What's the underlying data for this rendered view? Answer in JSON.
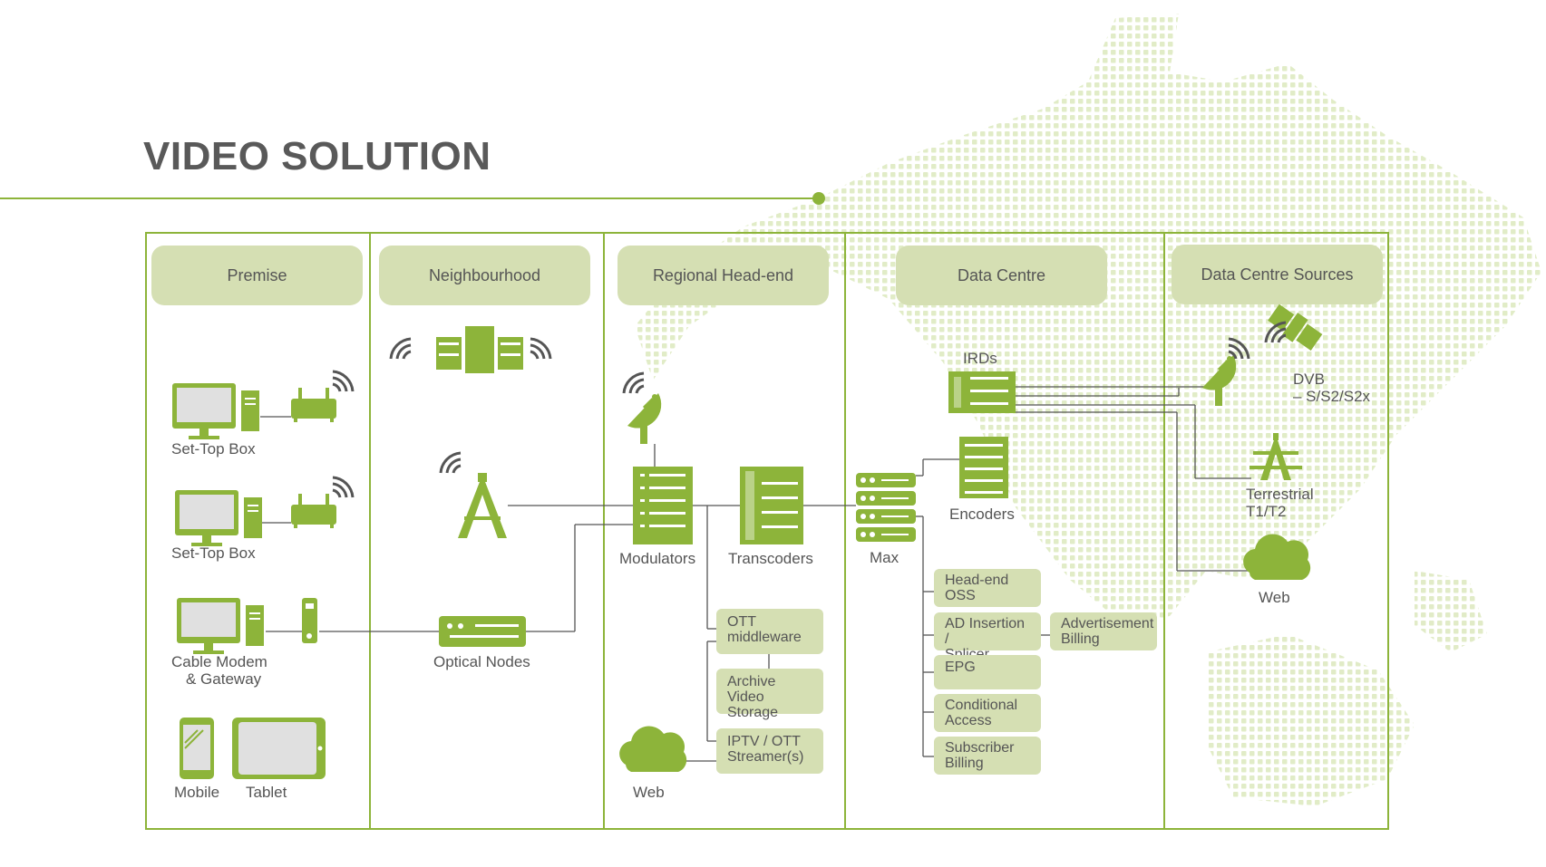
{
  "page": {
    "title": "VIDEO SOLUTION"
  },
  "columns": [
    {
      "label": "Premise"
    },
    {
      "label": "Neighbourhood"
    },
    {
      "label": "Regional Head-end"
    },
    {
      "label": "Data Centre"
    },
    {
      "label": "Data Centre Sources"
    }
  ],
  "premise": {
    "set_top_box_1": "Set-Top Box",
    "set_top_box_2": "Set-Top Box",
    "cable_modem_1": "Cable Modem",
    "cable_modem_2": "& Gateway",
    "mobile": "Mobile",
    "tablet": "Tablet"
  },
  "neighbourhood": {
    "optical_nodes": "Optical Nodes"
  },
  "regional": {
    "modulators": "Modulators",
    "transcoders": "Transcoders",
    "web": "Web",
    "boxes": [
      {
        "line1": "OTT",
        "line2": "middleware"
      },
      {
        "line1": "Archive Video",
        "line2": "Storage"
      },
      {
        "line1": "IPTV / OTT",
        "line2": "Streamer(s)"
      }
    ]
  },
  "datacentre": {
    "irds": "IRDs",
    "encoders": "Encoders",
    "max": "Max",
    "boxes": [
      {
        "line1": "Head-end",
        "line2": "OSS"
      },
      {
        "line1": "AD Insertion /",
        "line2": "Splicer"
      },
      {
        "line1": "EPG",
        "line2": ""
      },
      {
        "line1": "Conditional",
        "line2": "Access"
      },
      {
        "line1": "Subscriber",
        "line2": "Billing"
      }
    ],
    "advert": {
      "line1": "Advertisement",
      "line2": "Billing"
    }
  },
  "sources": {
    "dvb_1": "DVB",
    "dvb_2": "– S/S2/S2x",
    "terrestrial_1": "Terrestrial",
    "terrestrial_2": "T1/T2",
    "web": "Web"
  },
  "colors": {
    "accent": "#8db43a",
    "panel": "#d5dfb3",
    "text": "#555555",
    "screen": "#e0e0e0",
    "wave": "#555555"
  }
}
